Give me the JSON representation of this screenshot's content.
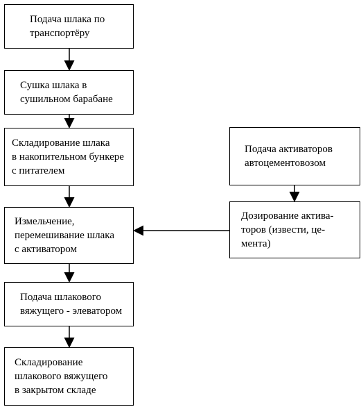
{
  "diagram": {
    "main_steps": [
      {
        "label": "Подача шлака по\nтранспортёру"
      },
      {
        "label": "Сушка шлака в\nсушильном барабане"
      },
      {
        "label": "Складирование шлака\nв накопительном бункере\nс питателем"
      },
      {
        "label": "Измельчение,\nперемешивание шлака\nс активатором"
      },
      {
        "label": "Подача шлакового\nвяжущего - элеватором"
      },
      {
        "label": "Складирование\nшлакового вяжущего\nв закрытом складе"
      }
    ],
    "activator_steps": [
      {
        "label": "Подача активаторов\nавтоцементовозом"
      },
      {
        "label": "Дозирование актива-\nторов (извести, це-\nмента)"
      }
    ]
  }
}
